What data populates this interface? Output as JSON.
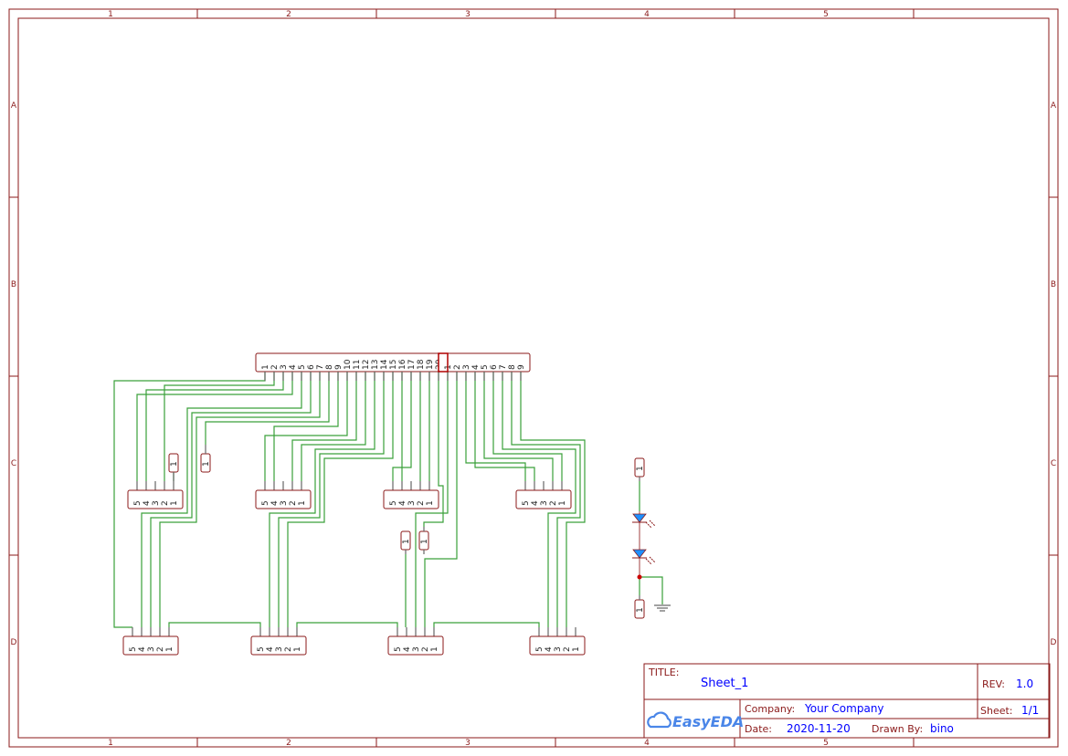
{
  "frame": {
    "columns": [
      "1",
      "2",
      "3",
      "4",
      "5"
    ],
    "rows": [
      "A",
      "B",
      "C",
      "D"
    ]
  },
  "connectors": {
    "header_main_pins": [
      "1",
      "2",
      "3",
      "4",
      "5",
      "6",
      "7",
      "8",
      "9",
      "10",
      "11",
      "12",
      "13",
      "14",
      "15",
      "16",
      "17",
      "18",
      "19",
      "20"
    ],
    "header_second_pins": [
      "1",
      "2",
      "3",
      "4",
      "5",
      "6",
      "7",
      "8",
      "9"
    ],
    "five_pin_labels": [
      "5",
      "4",
      "3",
      "2",
      "1"
    ]
  },
  "resistor_label": "1",
  "title_block": {
    "title_label": "TITLE:",
    "title_value": "Sheet_1",
    "rev_label": "REV:",
    "rev_value": "1.0",
    "company_label": "Company:",
    "company_value": "Your Company",
    "sheet_label": "Sheet:",
    "sheet_value": "1/1",
    "date_label": "Date:",
    "date_value": "2020-11-20",
    "drawn_by_label": "Drawn By:",
    "drawn_by_value": "bino",
    "logo_text": "EasyEDA"
  },
  "colors": {
    "frame": "#8b1a1a",
    "wire": "#3aa03a",
    "value_text": "#0000ff",
    "led": "#1e90ff"
  }
}
